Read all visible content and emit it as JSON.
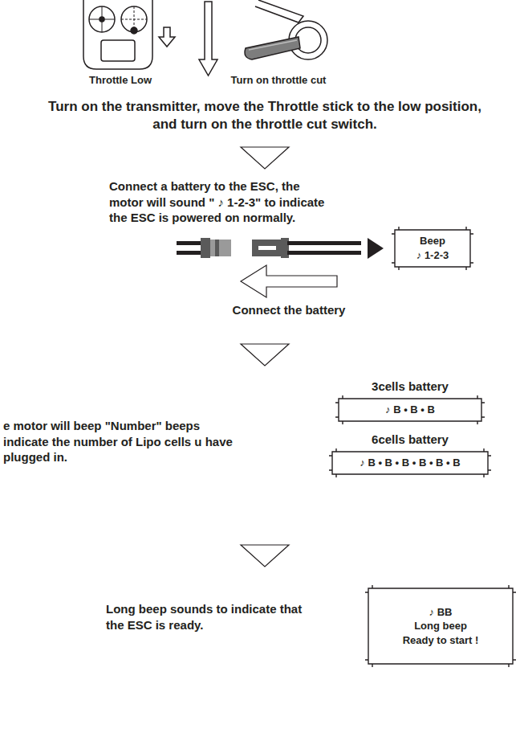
{
  "diagram": {
    "nodes": [
      {
        "text": [
          "Beep",
          "♪ 1-2-3"
        ]
      },
      {
        "text": [
          "3cells battery",
          "♪ B • B • B"
        ]
      },
      {
        "text": [
          "6cells battery",
          "♪ B • B • B • B • B • B"
        ]
      },
      {
        "text": [
          "♪ BB",
          "Long beep",
          "Ready to start !"
        ]
      }
    ],
    "labels": [
      "Throttle Low",
      "Turn on throttle cut",
      "Turn on the transmitter, move the Throttle stick to the low position, and turn on the throttle cut switch.",
      "Connect a battery to the ESC, the motor will sound \" ♪ 1-2-3\" to indicate the ESC is powered on normally.",
      "Connect the battery",
      "e motor will beep \"Number\" beeps indicate the number of Lipo cells u have plugged in.",
      "Long beep sounds to indicate that the ESC is ready."
    ]
  }
}
